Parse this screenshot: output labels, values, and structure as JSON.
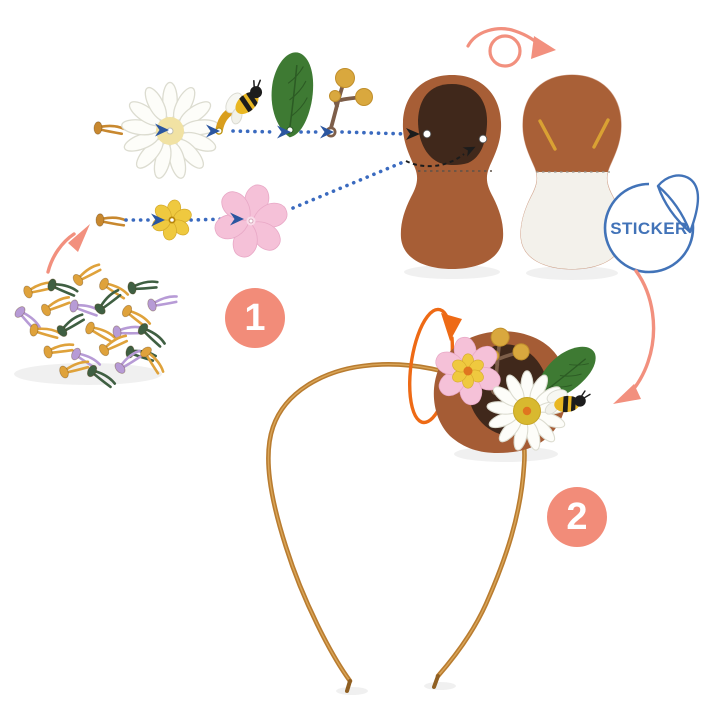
{
  "sticker": {
    "label": "STICKER"
  },
  "steps": [
    {
      "number": "1",
      "parts_icons": [
        "brad-fastener-icon",
        "daisy-flower-icon",
        "bee-icon",
        "leaf-icon",
        "berry-branch-icon",
        "yellow-flower-icon",
        "pink-flower-icon",
        "felt-piece-front",
        "felt-piece-back",
        "brads-pile"
      ]
    },
    {
      "number": "2",
      "parts_icons": [
        "headband",
        "decorated-felt-piece",
        "flip-arrow-icon",
        "transfer-arrow-icon"
      ]
    }
  ],
  "colors": {
    "badge_coral": "#F28C79",
    "arrow_coral": "#F2907E",
    "arrow_orange": "#EE6A15",
    "sticker_blue": "#4273B8",
    "dot_blue": "#3A6ABF",
    "arrowhead_navy": "#2B56A0",
    "felt_brown": "#A75E36",
    "felt_dark_brown": "#40281B",
    "sticker_back_white": "#F3F1EB",
    "headband_gold": "#B97C30",
    "brad_orange": "#DFA23B",
    "brad_lilac": "#B79BD6",
    "brad_green": "#3F5F42",
    "leaf_green": "#3E7A33",
    "bee_yellow": "#E9B722",
    "pink_flower": "#F5C1D8",
    "yellow_flower": "#EFC93F"
  }
}
